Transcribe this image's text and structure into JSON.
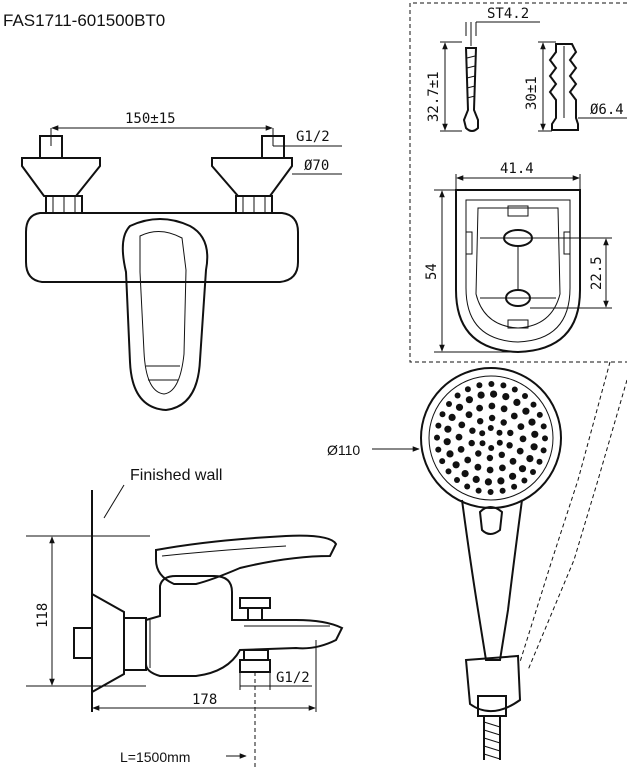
{
  "title": "FAS1711-601500BT0",
  "front": {
    "dim_spacing": "150±15",
    "dim_thread": "G1/2",
    "dim_flange": "Ø70"
  },
  "screw": {
    "dim_thread": "ST4.2",
    "dim_length": "32.7±1"
  },
  "anchor": {
    "dim_length": "30±1",
    "dim_dia": "Ø6.4"
  },
  "bracket": {
    "dim_width": "41.4",
    "dim_height": "54",
    "dim_hole": "22.5"
  },
  "hand_shower": {
    "dim_head": "Ø110"
  },
  "side": {
    "wall_label": "Finished wall",
    "dim_height": "118",
    "dim_length": "178",
    "dim_outlet": "G1/2",
    "hose_label": "L=1500mm"
  }
}
